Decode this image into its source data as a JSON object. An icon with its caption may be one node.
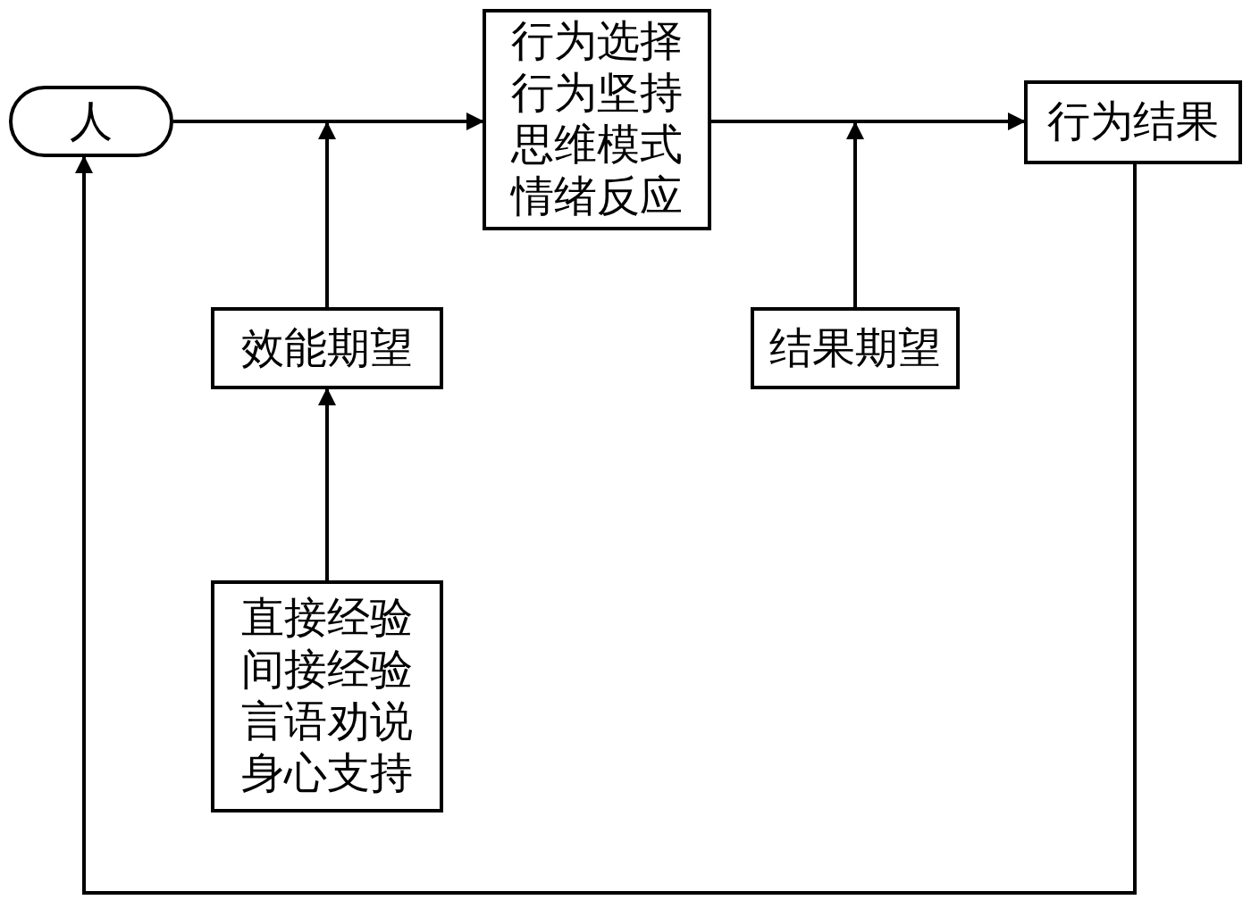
{
  "diagram": {
    "nodes": [
      {
        "text": [
          "人"
        ]
      },
      {
        "text": [
          "行为选择",
          "行为坚持",
          "思维模式",
          "情绪反应"
        ]
      },
      {
        "text": [
          "行为结果"
        ]
      },
      {
        "text": [
          "效能期望"
        ]
      },
      {
        "text": [
          "结果期望"
        ]
      },
      {
        "text": [
          "直接经验",
          "间接经验",
          "言语劝说",
          "身心支持"
        ]
      }
    ],
    "edges": [
      {
        "from": 0,
        "to": 1,
        "arrow": "to"
      },
      {
        "from": 1,
        "to": 2,
        "arrow": "to"
      },
      {
        "from": 3,
        "to": null,
        "arrow": "to"
      },
      {
        "from": 4,
        "to": null,
        "arrow": "to"
      },
      {
        "from": 5,
        "to": 3,
        "arrow": "to"
      },
      {
        "from": 2,
        "to": 0,
        "arrow": "to"
      }
    ]
  }
}
